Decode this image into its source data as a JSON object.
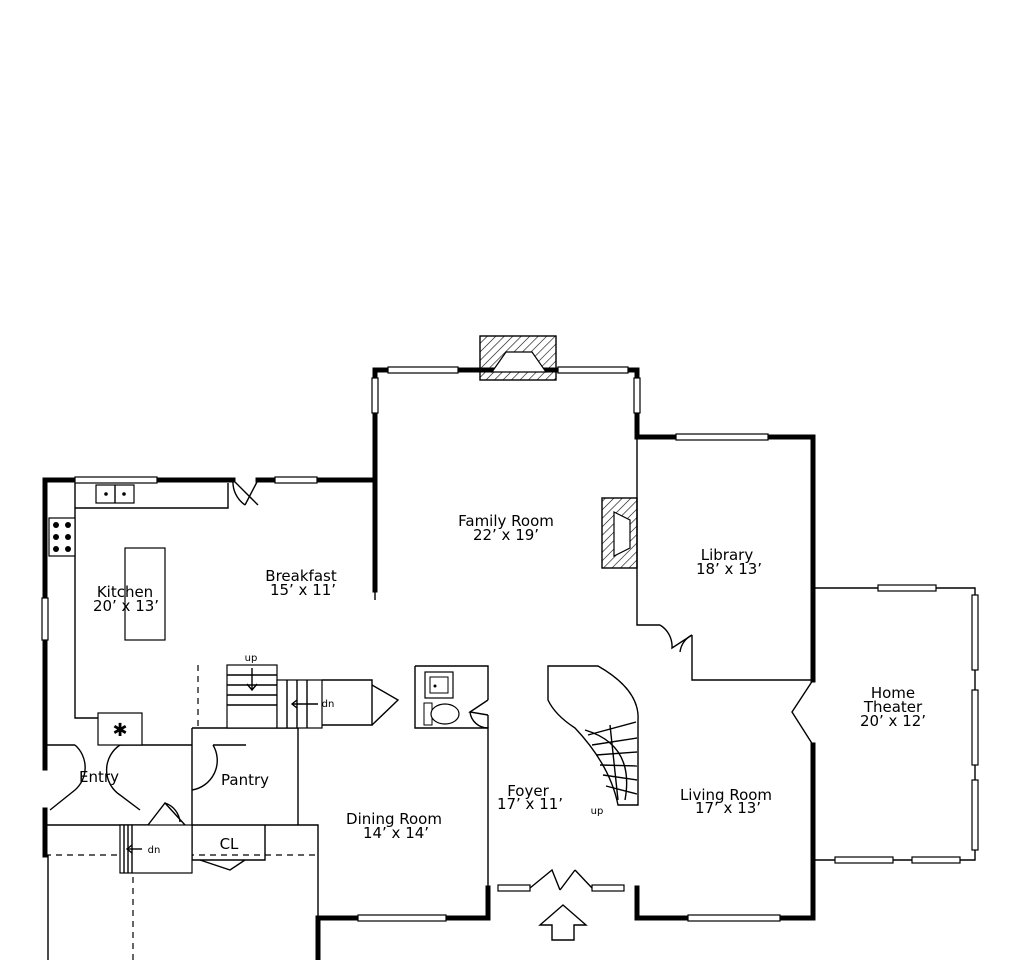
{
  "rooms": {
    "family_room": {
      "name": "Family Room",
      "size": "22’ x 19’"
    },
    "library": {
      "name": "Library",
      "size": "18’ x 13’"
    },
    "kitchen": {
      "name": "Kitchen",
      "size": "20’ x 13’"
    },
    "breakfast": {
      "name": "Breakfast",
      "size": "15’ x 11’"
    },
    "home_theater": {
      "name_line1": "Home",
      "name_line2": "Theater",
      "size": "20’ x 12’"
    },
    "entry": {
      "name": "Entry"
    },
    "pantry": {
      "name": "Pantry"
    },
    "closet": {
      "name": "CL"
    },
    "foyer": {
      "name": "Foyer",
      "size": "17’ x 11’"
    },
    "dining_room": {
      "name": "Dining Room",
      "size": "14’ x 14’"
    },
    "living_room": {
      "name": "Living Room",
      "size": "17’ x 13’"
    }
  },
  "stair_labels": {
    "up_main": "up",
    "dn_main": "dn",
    "dn_entry": "dn",
    "up_foyer": "up"
  }
}
